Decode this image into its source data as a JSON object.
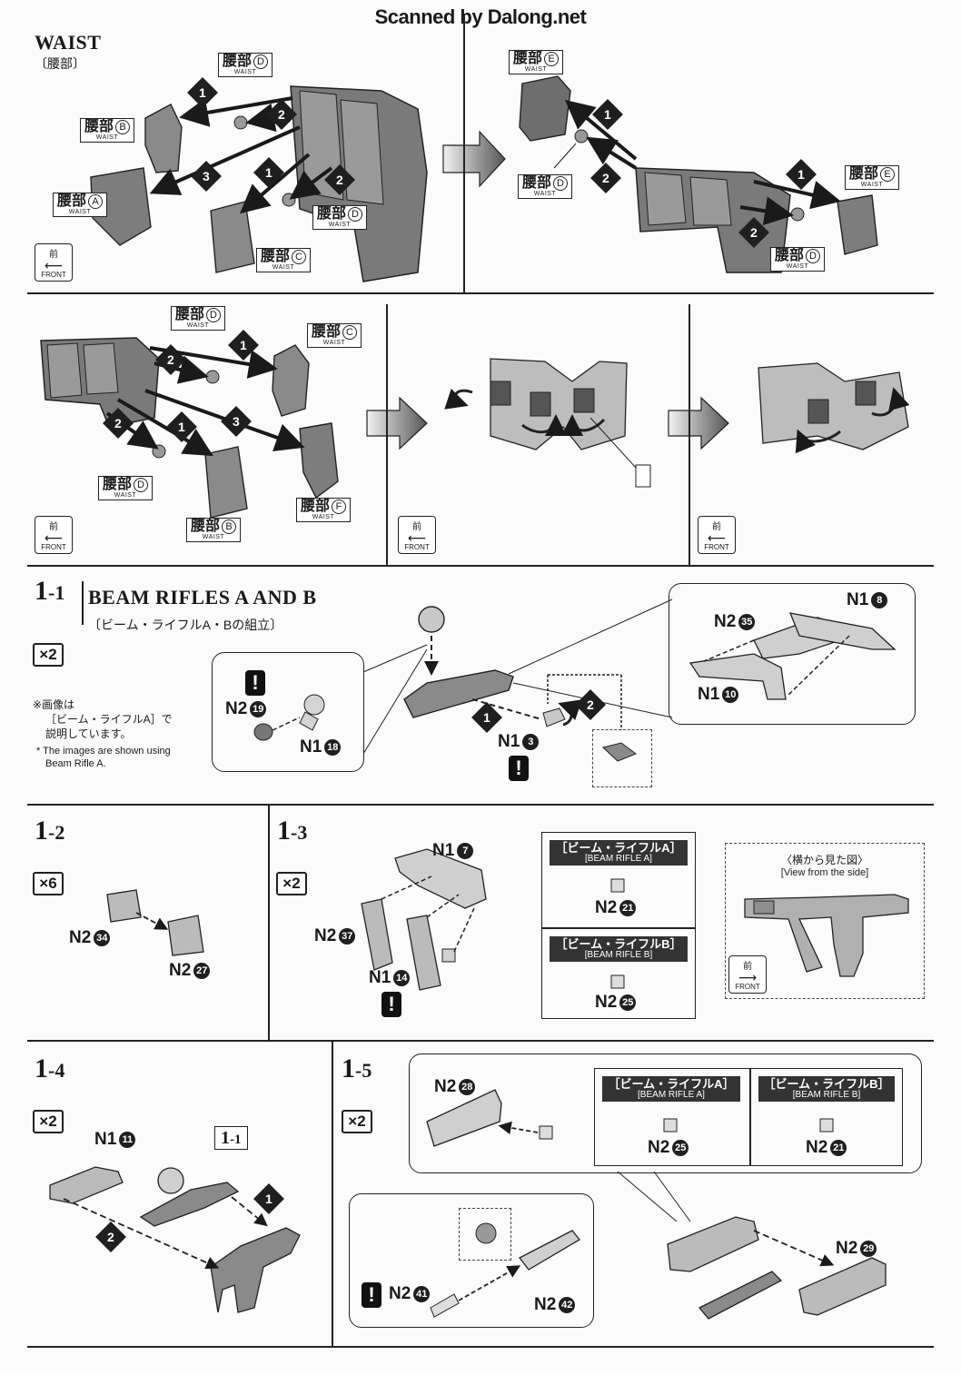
{
  "watermark": "Scanned by Dalong.net",
  "waist": {
    "title": "WAIST",
    "subtitle": "〔腰部〕",
    "tag_jp": "腰部",
    "tag_en": "WAIST",
    "letters": [
      "A",
      "B",
      "C",
      "D",
      "E",
      "F"
    ]
  },
  "front_label": {
    "jp": "前",
    "en": "FRONT"
  },
  "step_numbers": [
    "1",
    "2",
    "3"
  ],
  "step_1_1": {
    "number": "1",
    "sub": "-1",
    "title": "BEAM RIFLES A AND B",
    "subtitle": "〔ビーム・ライフルA・Bの組立〕",
    "multiplier": "×2",
    "note_jp_1": "※画像は",
    "note_jp_2": "［ビーム・ライフルA］で",
    "note_jp_3": "説明しています。",
    "note_en_1": "* The images are shown using",
    "note_en_2": "Beam Rifle A.",
    "parts": {
      "n2_19": {
        "runner": "N2",
        "num": "19"
      },
      "n1_18": {
        "runner": "N1",
        "num": "18"
      },
      "n1_3": {
        "runner": "N1",
        "num": "3"
      },
      "n2_35": {
        "runner": "N2",
        "num": "35"
      },
      "n1_8": {
        "runner": "N1",
        "num": "8"
      },
      "n1_10": {
        "runner": "N1",
        "num": "10"
      }
    }
  },
  "step_1_2": {
    "number": "1",
    "sub": "-2",
    "multiplier": "×6",
    "parts": {
      "n2_34": {
        "runner": "N2",
        "num": "34"
      },
      "n2_27": {
        "runner": "N2",
        "num": "27"
      }
    }
  },
  "step_1_3": {
    "number": "1",
    "sub": "-3",
    "multiplier": "×2",
    "parts": {
      "n1_7": {
        "runner": "N1",
        "num": "7"
      },
      "n2_37": {
        "runner": "N2",
        "num": "37"
      },
      "n1_14": {
        "runner": "N1",
        "num": "14"
      },
      "n2_21": {
        "runner": "N2",
        "num": "21"
      },
      "n2_25": {
        "runner": "N2",
        "num": "25"
      }
    },
    "variant_a": {
      "jp": "［ビーム・ライフルA］",
      "en": "[BEAM RIFLE A]"
    },
    "variant_b": {
      "jp": "［ビーム・ライフルB］",
      "en": "[BEAM RIFLE B]"
    },
    "side_view": {
      "jp": "〈横から見た図〉",
      "en": "[View from the side]"
    }
  },
  "step_1_4": {
    "number": "1",
    "sub": "-4",
    "multiplier": "×2",
    "ref": {
      "number": "1",
      "sub": "-1"
    },
    "parts": {
      "n1_11": {
        "runner": "N1",
        "num": "11"
      }
    }
  },
  "step_1_5": {
    "number": "1",
    "sub": "-5",
    "multiplier": "×2",
    "parts": {
      "n2_28": {
        "runner": "N2",
        "num": "28"
      },
      "n2_25": {
        "runner": "N2",
        "num": "25"
      },
      "n2_21": {
        "runner": "N2",
        "num": "21"
      },
      "n2_29": {
        "runner": "N2",
        "num": "29"
      },
      "n2_41": {
        "runner": "N2",
        "num": "41"
      },
      "n2_42": {
        "runner": "N2",
        "num": "42"
      }
    },
    "variant_a": {
      "jp": "［ビーム・ライフルA］",
      "en": "[BEAM RIFLE A]"
    },
    "variant_b": {
      "jp": "［ビーム・ライフルB］",
      "en": "[BEAM RIFLE B]"
    }
  },
  "warning_glyph": "!",
  "colors": {
    "ink": "#1a1a1a",
    "part_gray": "#8a8a8a",
    "part_dark": "#5e5e5e",
    "paper": "#fbfbfb"
  }
}
